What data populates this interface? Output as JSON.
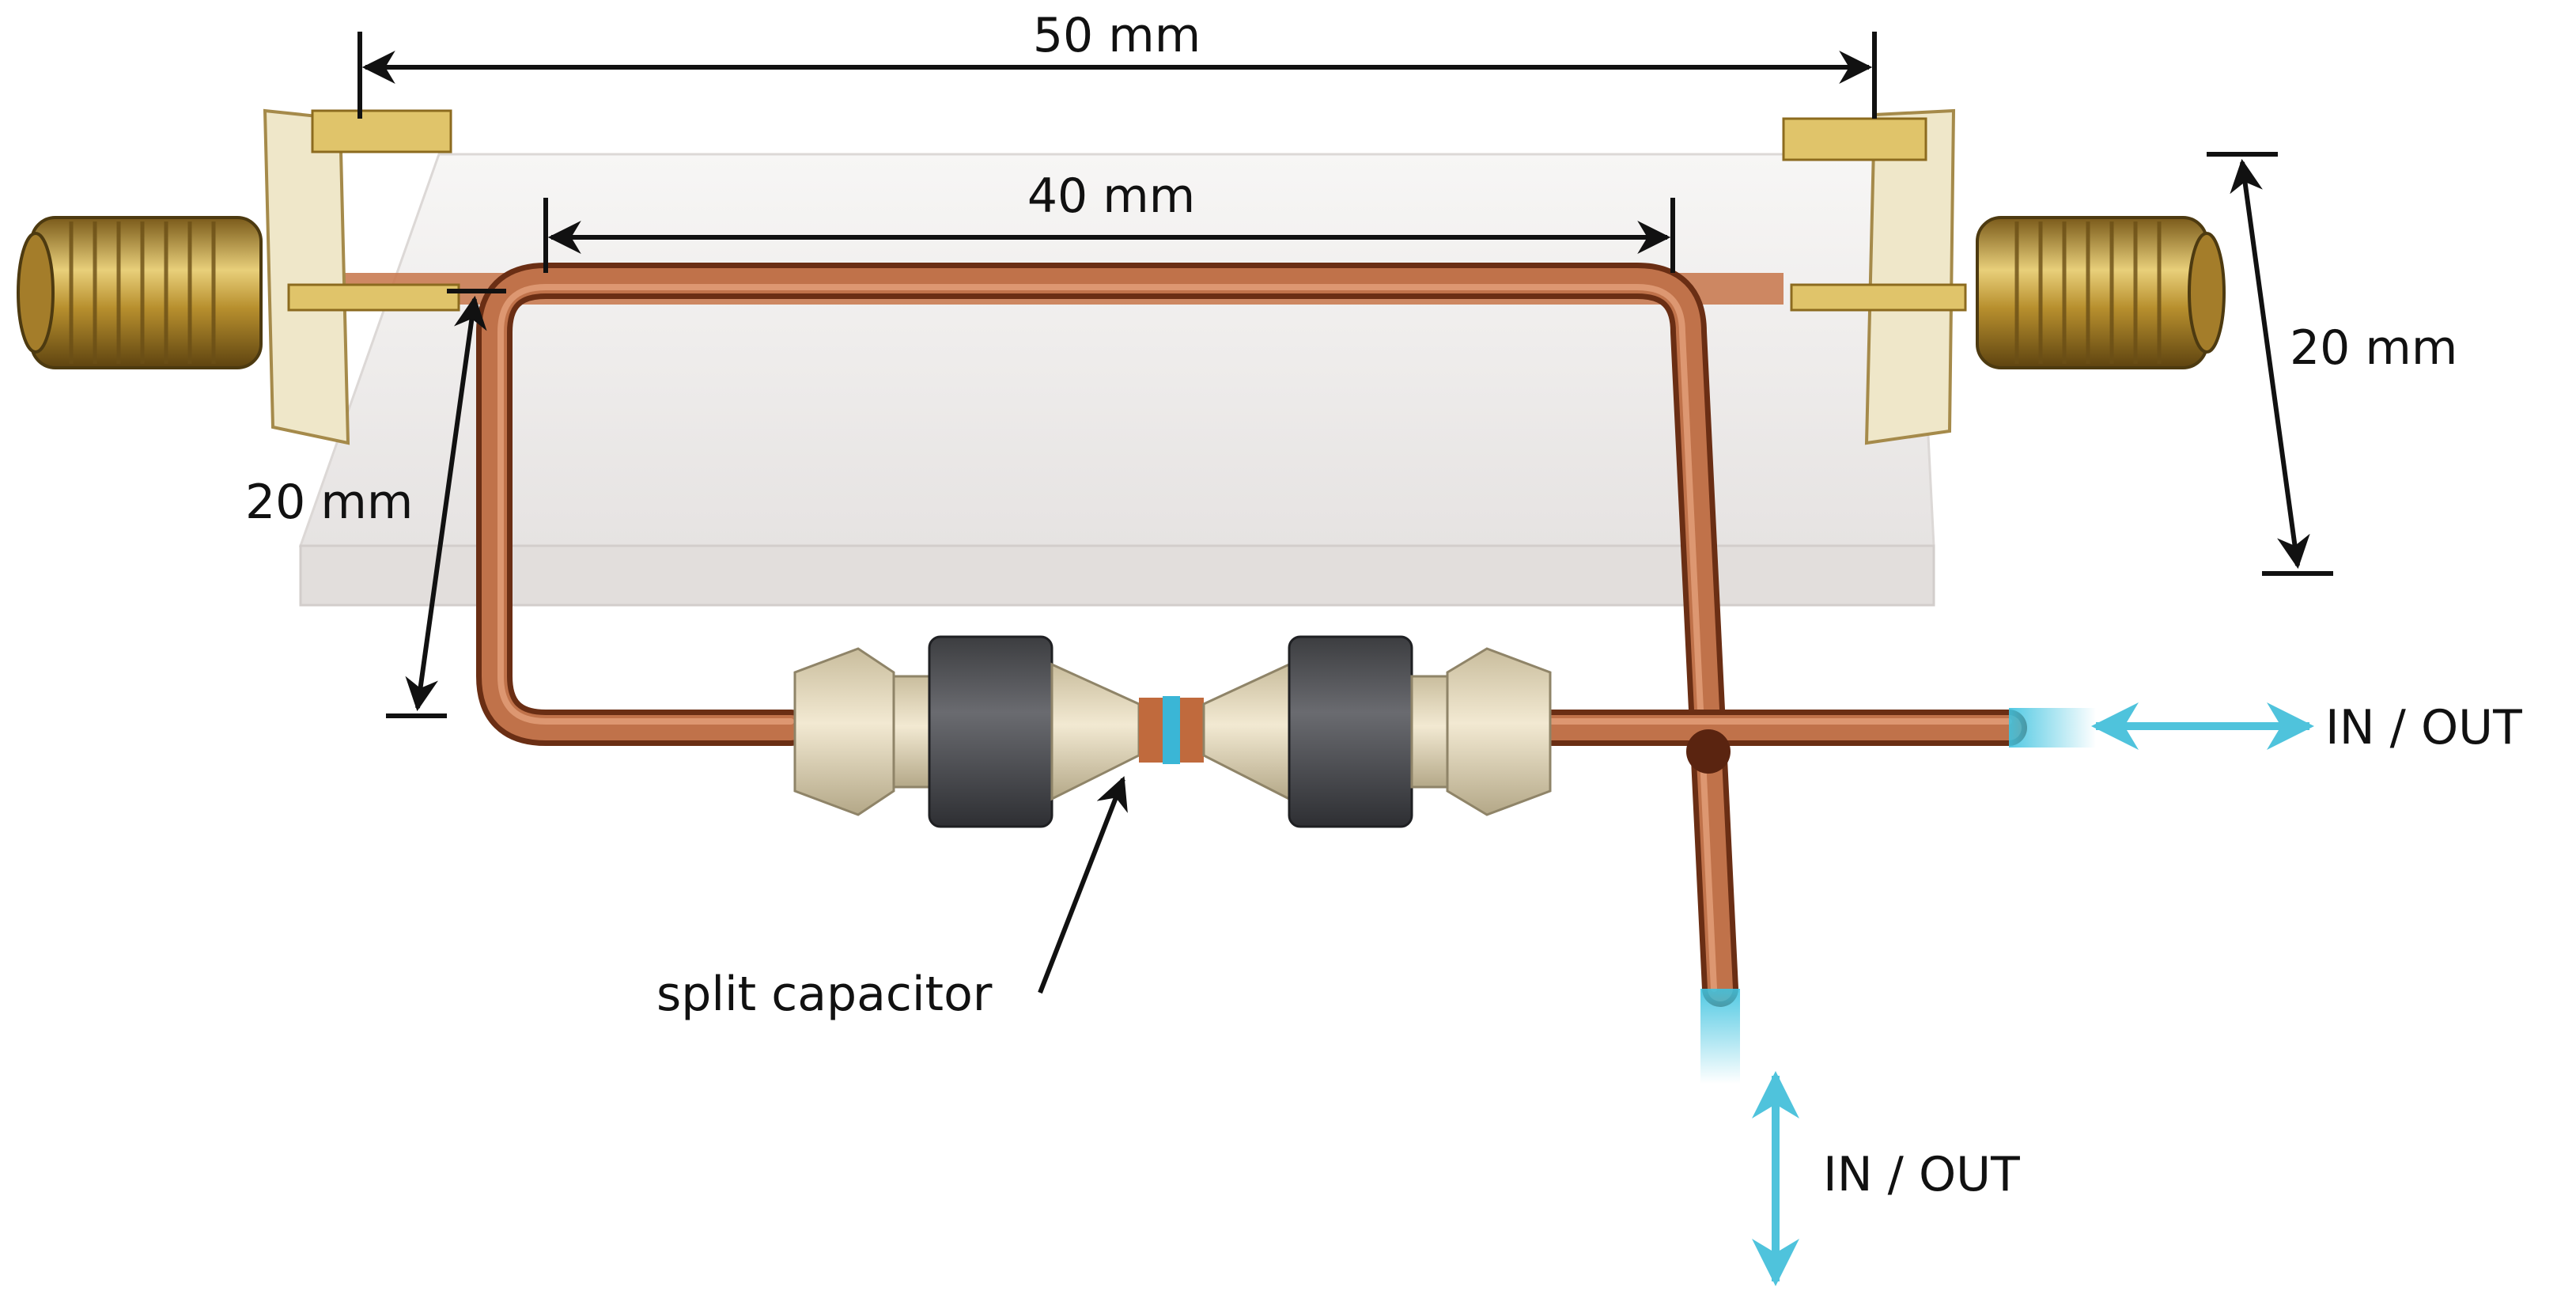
{
  "labels": {
    "dim_50": "50 mm",
    "dim_40": "40 mm",
    "dim_20_left": "20 mm",
    "dim_20_right": "20 mm",
    "split_capacitor": "split capacitor",
    "io_right": "IN / OUT",
    "io_bottom": "IN / OUT"
  },
  "colors": {
    "copper": "#b8643c",
    "copper_dark": "#6a2e14",
    "brass": "#c9a24a",
    "board": "#f1efee",
    "fitting_cream": "#e7dcc0",
    "fitting_dark": "#55565a",
    "flow_arrow": "#4fc3dc",
    "dimension_line": "#111111"
  }
}
